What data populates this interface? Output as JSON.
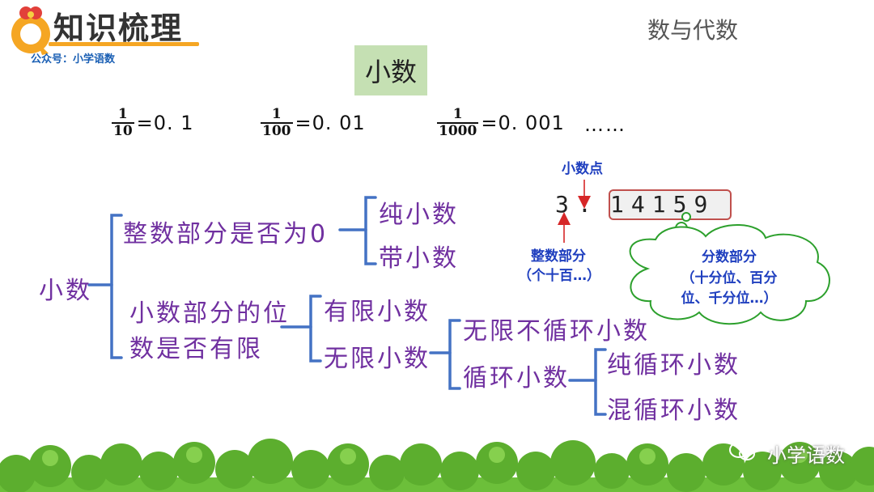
{
  "header": {
    "title": "知识梳理",
    "subtitle": "公众号：小学语数",
    "topic": "数与代数",
    "logo_letter": "Q"
  },
  "topic_box": "小数",
  "fractions": [
    {
      "numerator": "1",
      "denominator": "10",
      "result": "=0. 1"
    },
    {
      "numerator": "1",
      "denominator": "100",
      "result": "=0. 01"
    },
    {
      "numerator": "1",
      "denominator": "1000",
      "result": "=0. 001"
    }
  ],
  "ellipsis": "……",
  "decimal": {
    "point_label": "小数点",
    "integer_digit": "3",
    "point": ".",
    "fraction_digits": [
      "1",
      "4",
      "1",
      "5",
      "9"
    ],
    "integer_label_line1": "整数部分",
    "integer_label_line2": "（个十百…）",
    "fraction_label_line1": "分数部分",
    "fraction_label_line2": "（十分位、百分",
    "fraction_label_line3": "位、千分位…）"
  },
  "tree": {
    "root": "小数",
    "branch1": "整数部分是否为0",
    "branch1_children": [
      "纯小数",
      "带小数"
    ],
    "branch2_line1": "小数部分的位",
    "branch2_line2": "数是否有限",
    "finite": "有限小数",
    "infinite": "无限小数",
    "infinite_children": [
      "无限不循环小数",
      "循环小数"
    ],
    "recurring_children": [
      "纯循环小数",
      "混循环小数"
    ]
  },
  "footer": {
    "wechat": "小学语数"
  },
  "colors": {
    "tree_text": "#7030a0",
    "bracket": "#4472c4",
    "label_blue": "#1f3fbf",
    "topic_box": "#c5e0b3",
    "highlight_border": "#c0504d"
  }
}
